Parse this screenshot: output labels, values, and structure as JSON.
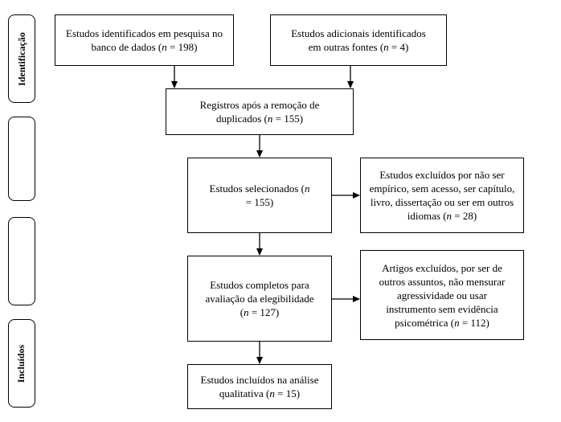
{
  "stages": [
    {
      "label": "Identificação"
    },
    {
      "label": ""
    },
    {
      "label": ""
    },
    {
      "label": "Incluídos"
    }
  ],
  "boxes": {
    "database_search": {
      "text": "Estudos identificados em pesquisa no banco de dados",
      "n_label": "n",
      "n_value": "198"
    },
    "other_sources": {
      "text": "Estudos adicionais identificados em outras fontes",
      "n_label": "n",
      "n_value": "4"
    },
    "after_duplicates": {
      "text": "Registros após a remoção de duplicados",
      "n_label": "n",
      "n_value": "155"
    },
    "screened": {
      "text": "Estudos selecionados",
      "n_label": "n",
      "n_value": "155"
    },
    "excluded_screening": {
      "text": "Estudos excluídos por não ser empírico, sem acesso, ser capítulo, livro, dissertação ou ser em outros idiomas",
      "n_label": "n",
      "n_value": "28"
    },
    "full_text": {
      "text": "Estudos completos para avaliação da elegibilidade",
      "n_label": "n",
      "n_value": "127"
    },
    "excluded_full_text": {
      "text": "Artigos excluídos, por ser de outros assuntos, não mensurar agressividade ou usar instrumento sem evidência psicométrica",
      "n_label": "n",
      "n_value": "112"
    },
    "included": {
      "text": "Estudos incluídos na análise qualitativa",
      "n_label": "n",
      "n_value": "15"
    }
  }
}
